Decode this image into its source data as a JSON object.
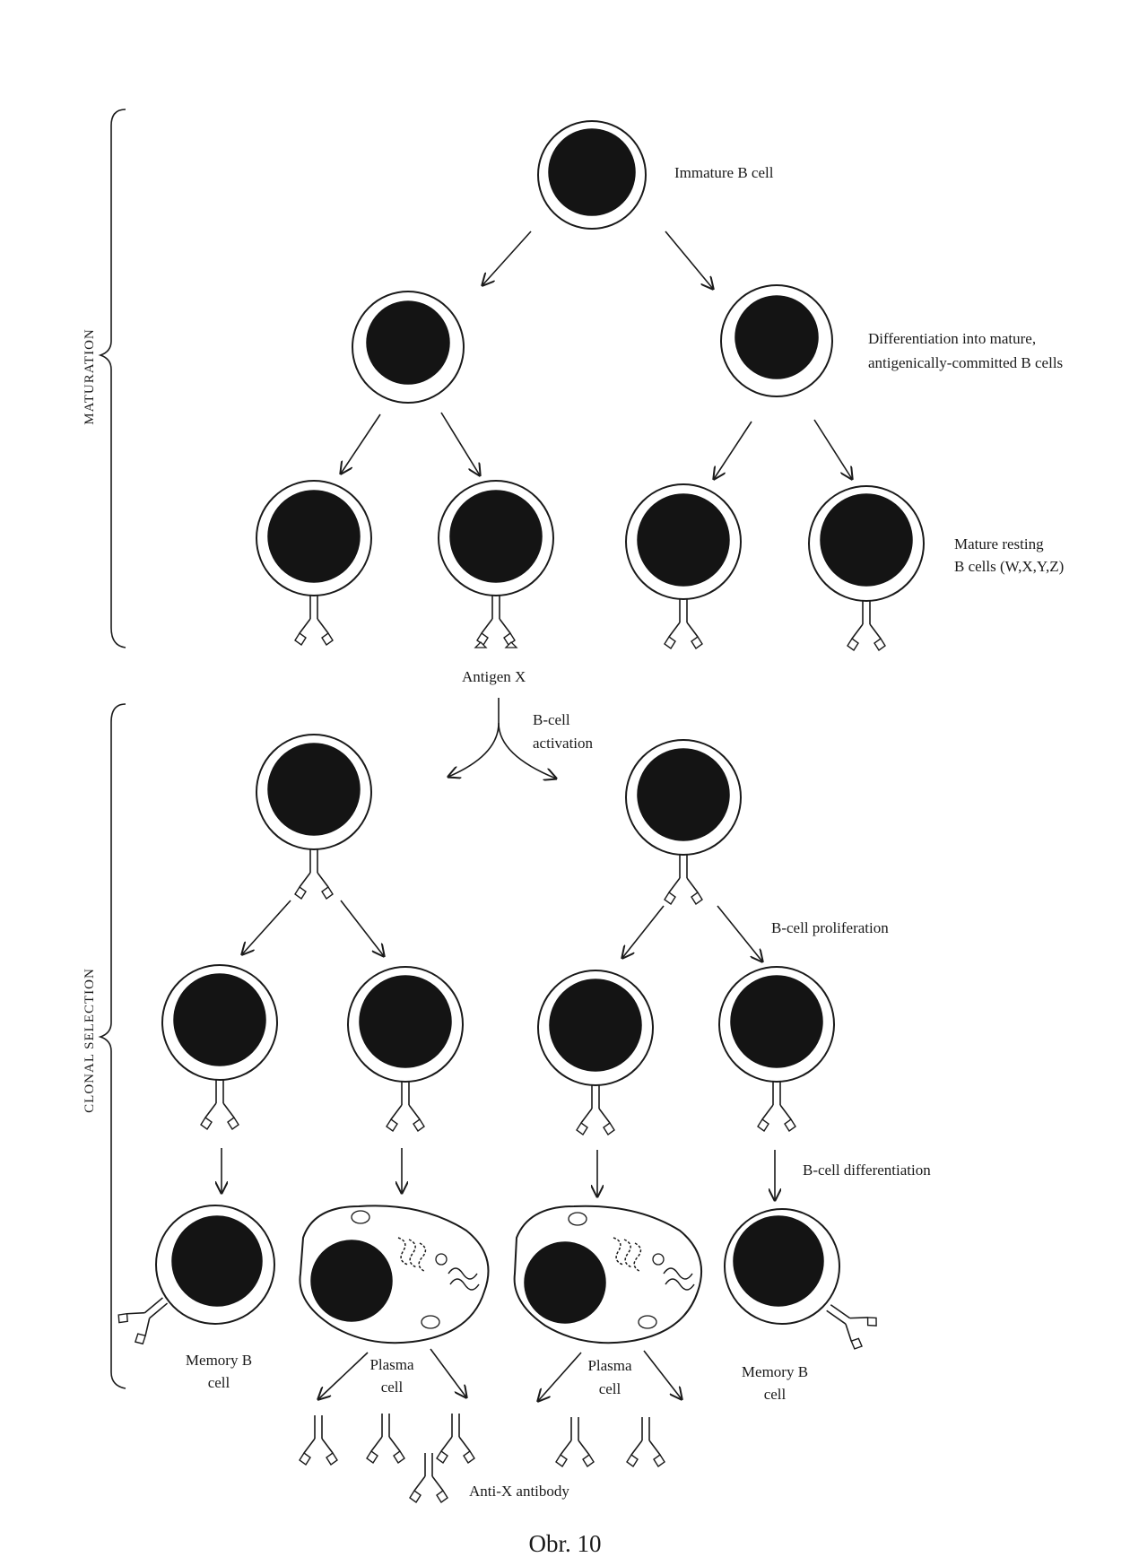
{
  "figure": {
    "caption": "Obr. 10",
    "sections": {
      "maturation": "MATURATION",
      "clonal_selection": "CLONAL SELECTION"
    },
    "labels": {
      "immature": "Immature B cell",
      "differentiation_line1": "Differentiation into mature,",
      "differentiation_line2": "antigenically-committed B cells",
      "mature_line1": "Mature resting",
      "mature_line2": "B cells (W,X,Y,Z)",
      "antigen": "Antigen X",
      "activation_line1": "B-cell",
      "activation_line2": "activation",
      "proliferation": "B-cell proliferation",
      "differentiation_b": "B-cell differentiation",
      "memory_left_line1": "Memory B",
      "memory_left_line2": "cell",
      "plasma_left_line1": "Plasma",
      "plasma_left_line2": "cell",
      "plasma_right_line1": "Plasma",
      "plasma_right_line2": "cell",
      "memory_right_line1": "Memory B",
      "memory_right_line2": "cell",
      "antibody": "Anti-X antibody"
    }
  }
}
